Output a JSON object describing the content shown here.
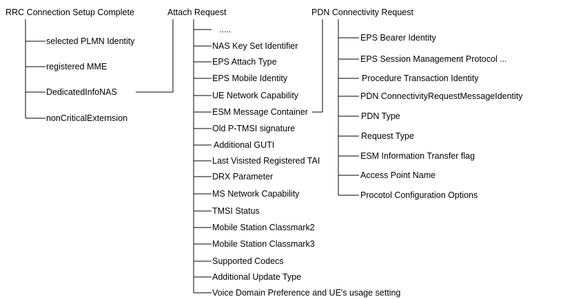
{
  "rrc": {
    "title": "RRC Connection Setup Complete",
    "children": [
      "selected PLMN Identity",
      "registered MME",
      "DedicatedInfoNAS",
      "nonCriticalExternsion"
    ]
  },
  "attach": {
    "title": "Attach Request",
    "children": [
      ".....",
      "NAS Key Set Identifier",
      "EPS Attach Type",
      "EPS Mobile Identity",
      "UE Network Capability",
      "ESM Message Container",
      "Old P-TMSI signature",
      "Additional  GUTI",
      "Last Visisted Registered TAI",
      "DRX Parameter",
      "MS Network Capability",
      "TMSI Status",
      "Mobile Station Classmark2",
      "Mobile Station Classmark3",
      "Supported  Codecs",
      "Additional  Update Type",
      "Voice Domain Preference and UE's usage setting"
    ]
  },
  "pdn": {
    "title": "PDN Connectivity Request",
    "children": [
      "EPS Bearer Identity",
      "EPS Session Management Protocol ...",
      "Procedure Transaction Identity",
      "PDN ConnectivityRequestMessageIdentity",
      "PDN Type",
      "Request Type",
      "ESM Information Transfer flag",
      "Access Point Name",
      "Procotol Configuration Options"
    ]
  }
}
